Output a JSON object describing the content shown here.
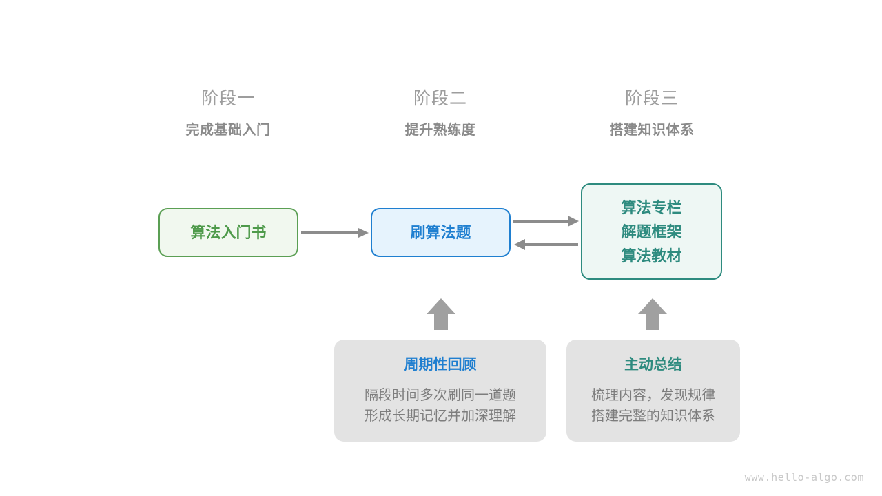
{
  "stages": [
    {
      "title": "阶段一",
      "subtitle": "完成基础入门"
    },
    {
      "title": "阶段二",
      "subtitle": "提升熟练度"
    },
    {
      "title": "阶段三",
      "subtitle": "搭建知识体系"
    }
  ],
  "nodes": {
    "book": {
      "label": "算法入门书"
    },
    "practice": {
      "label": "刷算法题"
    },
    "resources": {
      "lines": [
        "算法专栏",
        "解题框架",
        "算法教材"
      ]
    }
  },
  "cards": [
    {
      "title": "周期性回顾",
      "line1": "隔段时间多次刷同一道题",
      "line2": "形成长期记忆并加深理解"
    },
    {
      "title": "主动总结",
      "line1": "梳理内容，发现规律",
      "line2": "搭建完整的知识体系"
    }
  ],
  "watermark": "www.hello-algo.com",
  "colors": {
    "green": "#4e9a4a",
    "green_border": "#5b9f54",
    "green_fill": "#f1f8ef",
    "blue": "#1f7fd0",
    "blue_fill": "#e6f3fd",
    "teal": "#2e8b7f",
    "teal_fill": "#eef7f4",
    "gray_card": "#e3e3e3",
    "gray_text": "#7d7d7d",
    "arrow": "#8c8c8c",
    "stage_title": "#9d9d9d",
    "stage_sub": "#8a8a8a"
  }
}
